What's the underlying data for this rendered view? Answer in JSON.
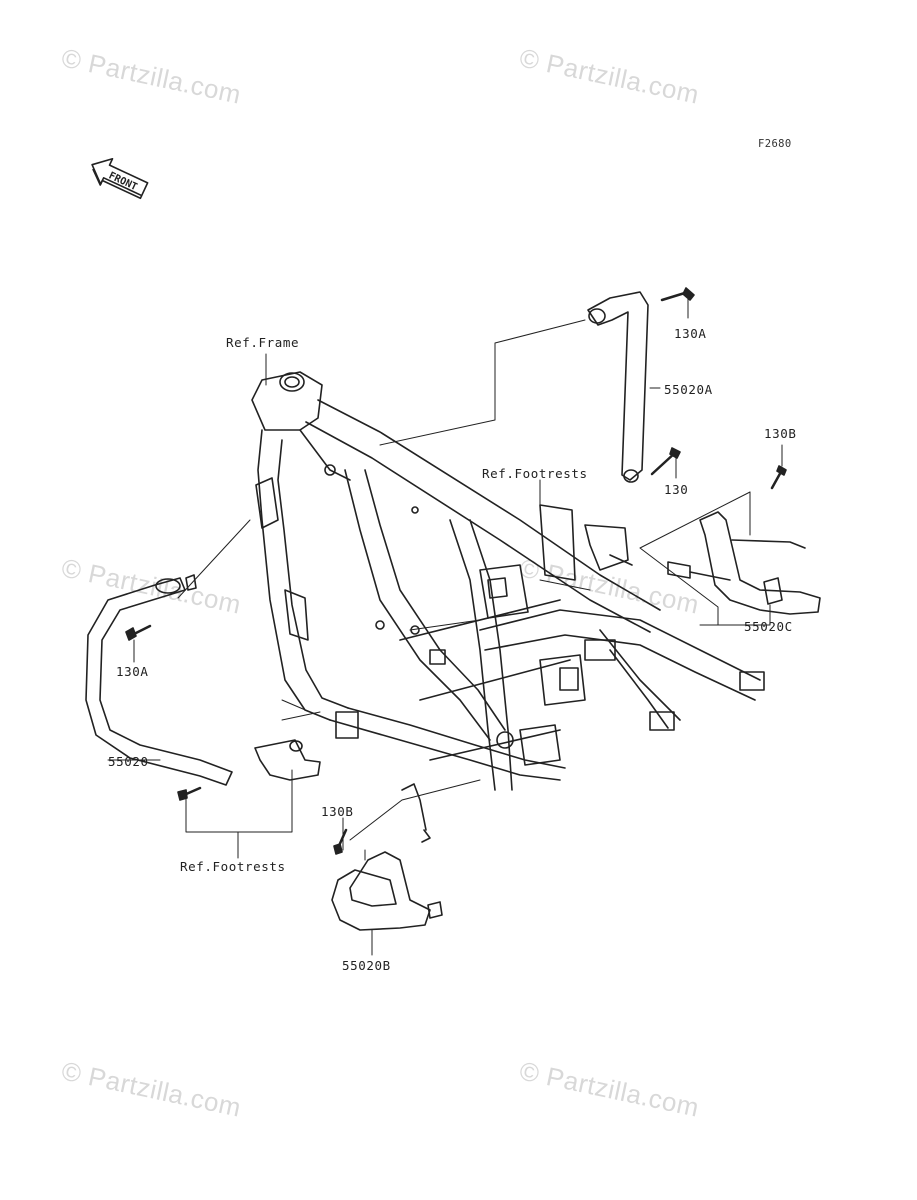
{
  "diagram_code": "F2680",
  "front_arrow": "FRONT",
  "watermark": "© Partzilla.com",
  "labels": {
    "ref_frame": "Ref.Frame",
    "ref_footrests_top": "Ref.Footrests",
    "ref_footrests_bottom": "Ref.Footrests",
    "p130a_top": "130A",
    "p130a_left": "130A",
    "p130": "130",
    "p130b_top": "130B",
    "p130b_bottom": "130B",
    "p55020": "55020",
    "p55020a": "55020A",
    "p55020b": "55020B",
    "p55020c": "55020C"
  }
}
